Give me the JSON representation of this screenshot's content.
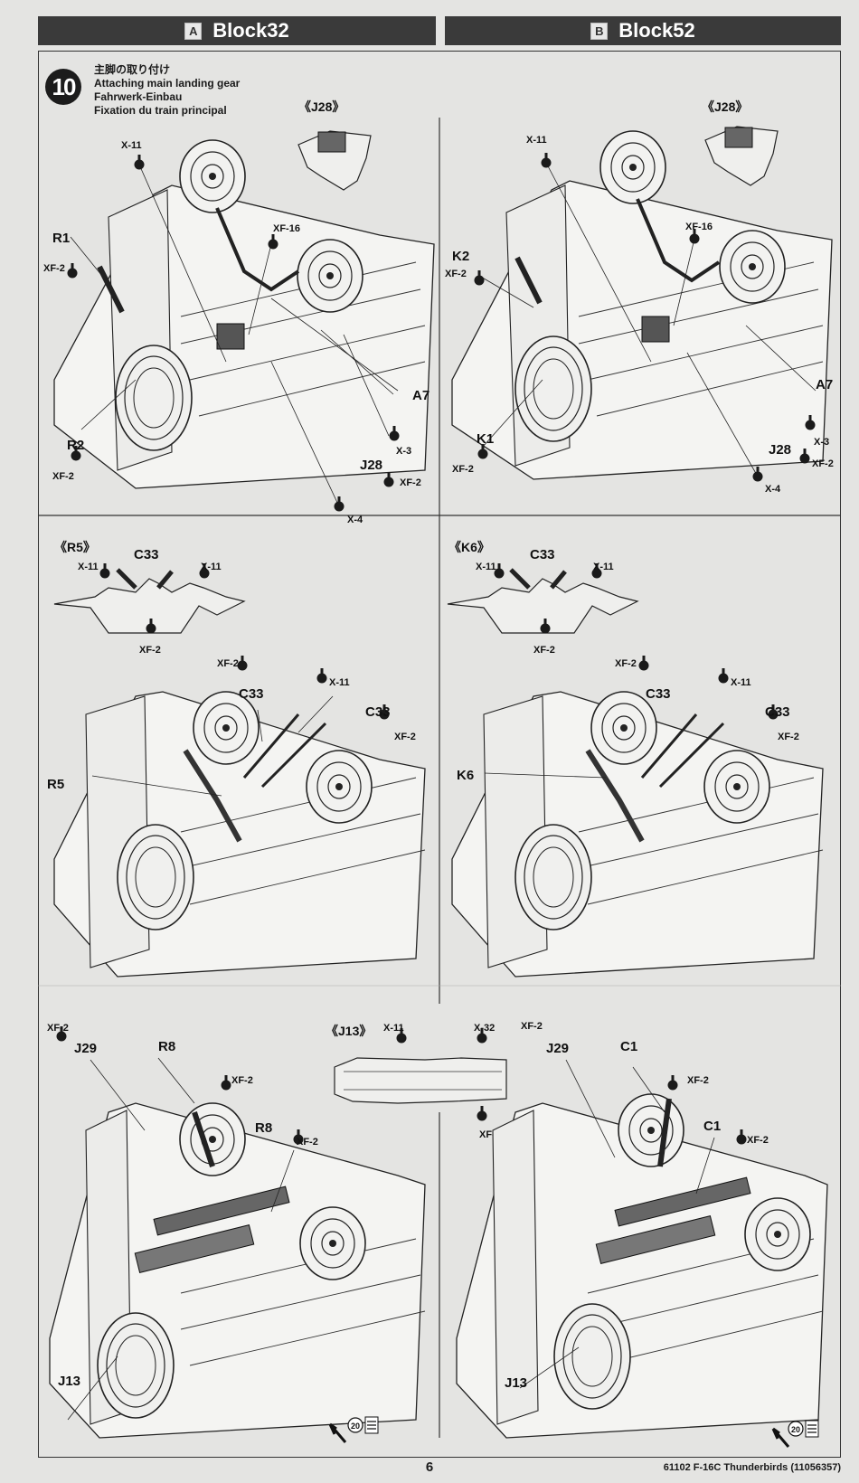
{
  "headers": {
    "a": {
      "letter": "A",
      "title": "Block32"
    },
    "b": {
      "letter": "B",
      "title": "Block52"
    }
  },
  "step": {
    "number": "10",
    "jp": "主脚の取り付け",
    "en": "Attaching main landing gear",
    "de": "Fahrwerk-Einbau",
    "fr": "Fixation du train principal"
  },
  "labels": {
    "j28_inset": "《J28》",
    "r5_inset": "《R5》",
    "k6_inset": "《K6》",
    "j13_inset": "《J13》",
    "x11": "X-11",
    "xf16": "XF-16",
    "xf2": "XF-2",
    "x3": "X-3",
    "x4": "X-4",
    "x32": "X-32",
    "r1": "R1",
    "r2": "R2",
    "r5": "R5",
    "r8": "R8",
    "k1": "K1",
    "k2": "K2",
    "k6": "K6",
    "a7": "A7",
    "j28": "J28",
    "j29": "J29",
    "j13": "J13",
    "c1": "C1",
    "c33": "C33",
    "ref_step": "20"
  },
  "footer": {
    "page": "6",
    "code": "61102 F-16C Thunderbirds (11056357)"
  }
}
